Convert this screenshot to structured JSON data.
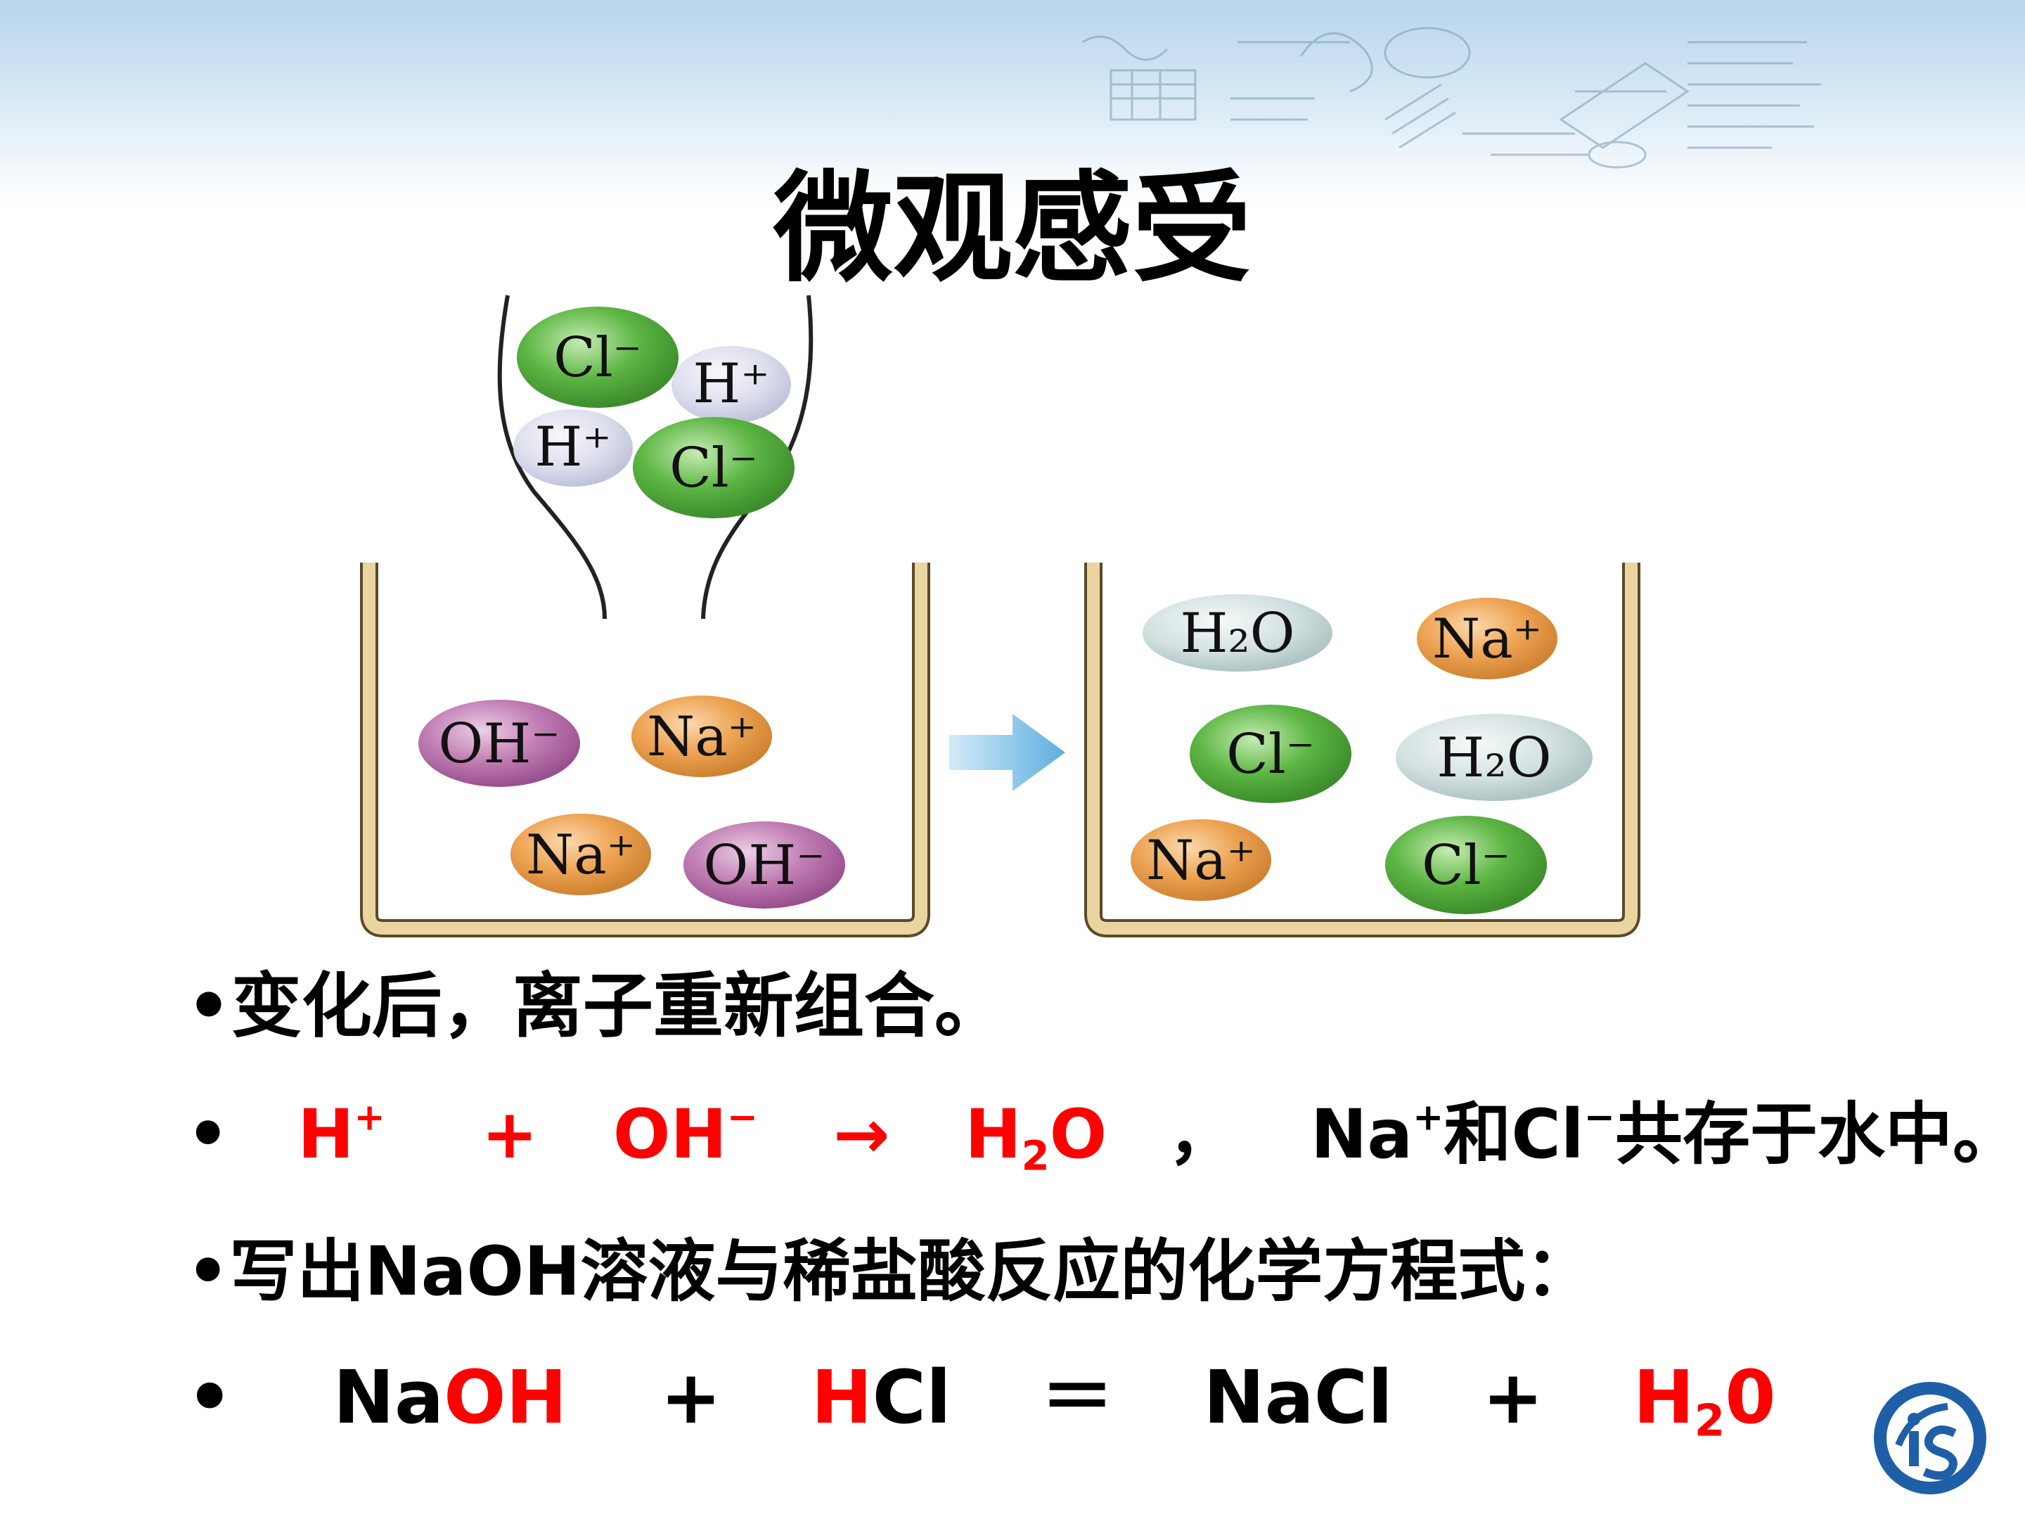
{
  "title": "微观感受",
  "diagram": {
    "funnel_ions": [
      "Cl⁻",
      "H⁺",
      "H⁺",
      "Cl⁻"
    ],
    "left_beaker_ions": [
      "OH⁻",
      "Na⁺",
      "Na⁺",
      "OH⁻"
    ],
    "right_beaker_ions": [
      "H₂O",
      "Na⁺",
      "Cl⁻",
      "H₂O",
      "Na⁺",
      "Cl⁻"
    ],
    "colors": {
      "cl": "#4fa83a",
      "h": "#d7d8ea",
      "oh": "#b66aa8",
      "na": "#e89a45",
      "h2o": "#cfdede",
      "beaker": "#e8d39c",
      "arrow": "#6bb7e4"
    }
  },
  "bullets": {
    "line1": {
      "bullet": "•",
      "text": "变化后，离子重新组合。"
    },
    "line2": {
      "bullet": "•",
      "h": "H",
      "h_charge": "+",
      "plus": "+",
      "oh": "OH",
      "oh_charge": "−",
      "arrow": "→",
      "h2o_h": "H",
      "h2o_sub": "2",
      "h2o_o": "O",
      "comma": "，",
      "na": "Na",
      "na_charge": "+",
      "and": "和",
      "cl": "Cl",
      "cl_charge": "−",
      "tail": "共存于水中。"
    },
    "line3": {
      "bullet": "•",
      "prefix": "写出",
      "formula": "NaOH",
      "suffix": "溶液与稀盐酸反应的化学方程式："
    },
    "line4": {
      "bullet": "•",
      "na": "Na",
      "oh": "OH",
      "plus1": "+",
      "h": "H",
      "cl": "Cl",
      "eq": "＝",
      "nacl": "NaCl",
      "plus2": "+",
      "h2_h": "H",
      "h2_sub": "2",
      "h2_0": "0"
    }
  }
}
